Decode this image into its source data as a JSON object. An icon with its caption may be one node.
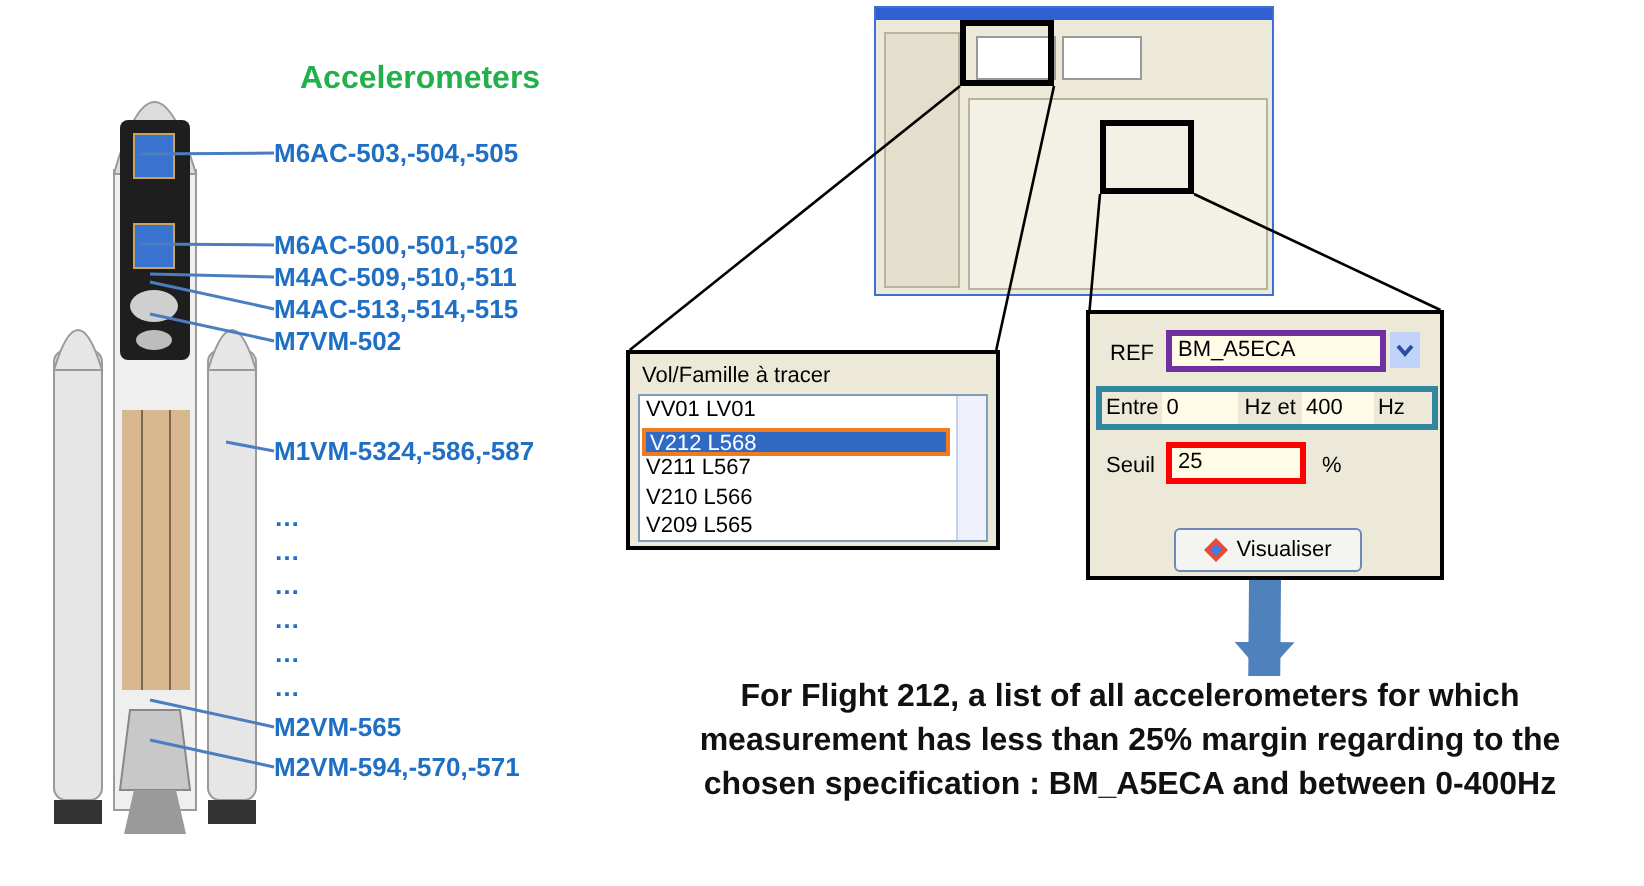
{
  "diagram": {
    "nodes": [
      {
        "text": [],
        "shape": "picture"
      },
      {
        "text": [
          "M6AC-503,-504,-505"
        ]
      },
      {
        "text": [
          "M6AC-500,-501,-502"
        ]
      },
      {
        "text": [
          "M4AC-509,-510,-511"
        ]
      },
      {
        "text": [
          "M4AC-513,-514,-515"
        ]
      },
      {
        "text": [
          "M7VM-502"
        ]
      },
      {
        "text": [
          "M1VM-5324,-586,-587"
        ]
      },
      {
        "text": [
          "M2VM-565"
        ]
      },
      {
        "text": [
          "M2VM-594,-570,-571"
        ]
      },
      {
        "text": [],
        "shape": "picture"
      },
      {
        "text": [],
        "shape": "box",
        "in": 9
      },
      {
        "text": [],
        "shape": "box",
        "in": 9
      },
      {
        "text": [
          "Vol/Famille à tracer",
          "VV01 LV01",
          "V212 L568",
          "V211 L567",
          "V210 L566",
          "V209 L565"
        ]
      },
      {
        "text": [
          "REF",
          "BM_A5ECA",
          "Entre",
          "0",
          "Hz et",
          "400",
          "Hz",
          "Seuil",
          "25",
          "%",
          "Visualiser"
        ]
      },
      {
        "text": [
          "For Flight 212, a list of all accelerometers for which measurement has less than 25% margin regarding to the chosen specification : BM_A5ECA and between 0-400Hz"
        ]
      }
    ],
    "edges": [
      {
        "from": 1,
        "to": 0,
        "arrow": "none"
      },
      {
        "from": 2,
        "to": 0,
        "arrow": "none"
      },
      {
        "from": 3,
        "to": 0,
        "arrow": "none"
      },
      {
        "from": 4,
        "to": 0,
        "arrow": "none"
      },
      {
        "from": 5,
        "to": 0,
        "arrow": "none"
      },
      {
        "from": 6,
        "to": 0,
        "arrow": "none"
      },
      {
        "from": 7,
        "to": 0,
        "arrow": "none"
      },
      {
        "from": 8,
        "to": 0,
        "arrow": "none"
      },
      {
        "from": 10,
        "to": 12,
        "arrow": "none",
        "color": "#000000"
      },
      {
        "from": 10,
        "to": 12,
        "arrow": "none",
        "color": "#000000"
      },
      {
        "from": 11,
        "to": 13,
        "arrow": "none",
        "color": "#000000"
      },
      {
        "from": 11,
        "to": 13,
        "arrow": "none",
        "color": "#000000"
      },
      {
        "from": 13,
        "to": 14,
        "arrow": "to",
        "style": "thick",
        "color": "#4f81bd"
      }
    ],
    "labels": [
      "Accelerometers",
      "…",
      "…",
      "…",
      "…",
      "…",
      "…"
    ]
  }
}
